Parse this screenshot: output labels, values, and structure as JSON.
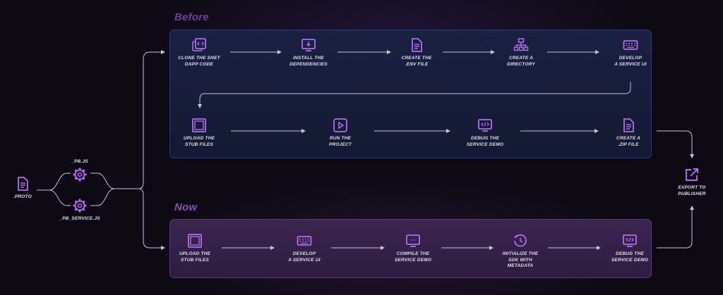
{
  "sections": {
    "before": "Before",
    "now": "Now"
  },
  "inputs": {
    "proto": ".PROTO",
    "pb_js": "_PB.JS",
    "pb_service_js": "_PB_SERVICE.JS"
  },
  "output": {
    "export": [
      "EXPORT TO",
      "PUBLISHER"
    ]
  },
  "before_steps": [
    {
      "icon": "code-window-icon",
      "lines": [
        "CLONE THE SNET",
        "DAPP CODE"
      ]
    },
    {
      "icon": "download-monitor-icon",
      "lines": [
        "INSTALL THE",
        "DEPENDENCIES"
      ]
    },
    {
      "icon": "file-icon",
      "lines": [
        "CREATE THE",
        ".ENV FILE"
      ]
    },
    {
      "icon": "directory-icon",
      "lines": [
        "CREATE A",
        "DIRECTORY"
      ]
    },
    {
      "icon": "keyboard-icon",
      "lines": [
        "DEVELOP",
        "A SERVICE UI"
      ]
    },
    {
      "icon": "upload-stub-icon",
      "lines": [
        "UPLOAD THE",
        "STUB FILES"
      ]
    },
    {
      "icon": "play-icon",
      "lines": [
        "RUN THE",
        "PROJECT"
      ]
    },
    {
      "icon": "code-monitor-icon",
      "lines": [
        "DEBUG THE",
        "SERVICE DEMO"
      ]
    },
    {
      "icon": "file-icon",
      "lines": [
        "CREATE A",
        ".ZIP FILE"
      ]
    }
  ],
  "now_steps": [
    {
      "icon": "upload-stub-icon",
      "lines": [
        "UPLOAD THE",
        "STUB FILES"
      ]
    },
    {
      "icon": "keyboard-icon",
      "lines": [
        "DEVELOP",
        "A SERVICE UI"
      ]
    },
    {
      "icon": "compile-monitor-icon",
      "lines": [
        "COMPILE THE",
        "SERVICE DEMO"
      ]
    },
    {
      "icon": "clock-icon",
      "lines": [
        "INITIALIZE THE",
        "SDK WITH",
        "METADATA"
      ]
    },
    {
      "icon": "code-monitor-icon",
      "lines": [
        "DEBUG THE",
        "SERVICE DEMO"
      ]
    }
  ],
  "colors": {
    "accent": "#b26cf0",
    "wire": "#c9c4d6",
    "label": "#e3dcef"
  }
}
